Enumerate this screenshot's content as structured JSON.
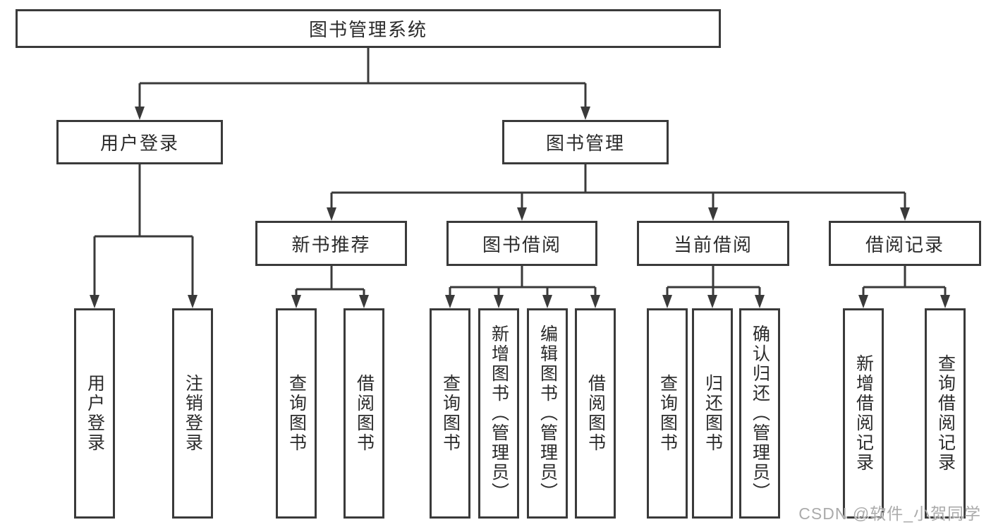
{
  "title": "图书管理系统",
  "tree": {
    "root": {
      "label": "图书管理系统"
    },
    "branches": [
      {
        "label": "用户登录",
        "children": [
          {
            "label": "用户登录"
          },
          {
            "label": "注销登录"
          }
        ]
      },
      {
        "label": "图书管理",
        "children": [
          {
            "label": "新书推荐",
            "children": [
              {
                "label": "查询图书"
              },
              {
                "label": "借阅图书"
              }
            ]
          },
          {
            "label": "图书借阅",
            "children": [
              {
                "label": "查询图书"
              },
              {
                "label": "新增图书（管理员）"
              },
              {
                "label": "编辑图书（管理员）"
              },
              {
                "label": "借阅图书"
              }
            ]
          },
          {
            "label": "当前借阅",
            "children": [
              {
                "label": "查询图书"
              },
              {
                "label": "归还图书"
              },
              {
                "label": "确认归还（管理员）"
              }
            ]
          },
          {
            "label": "借阅记录",
            "children": [
              {
                "label": "新增借阅记录"
              },
              {
                "label": "查询借阅记录"
              }
            ]
          }
        ]
      }
    ]
  },
  "watermark": "CSDN @软件_小贺同学",
  "colors": {
    "background": "#ffffff",
    "line": "#3a3a3a",
    "text": "#2b2b2b",
    "watermark": "#ababab"
  }
}
